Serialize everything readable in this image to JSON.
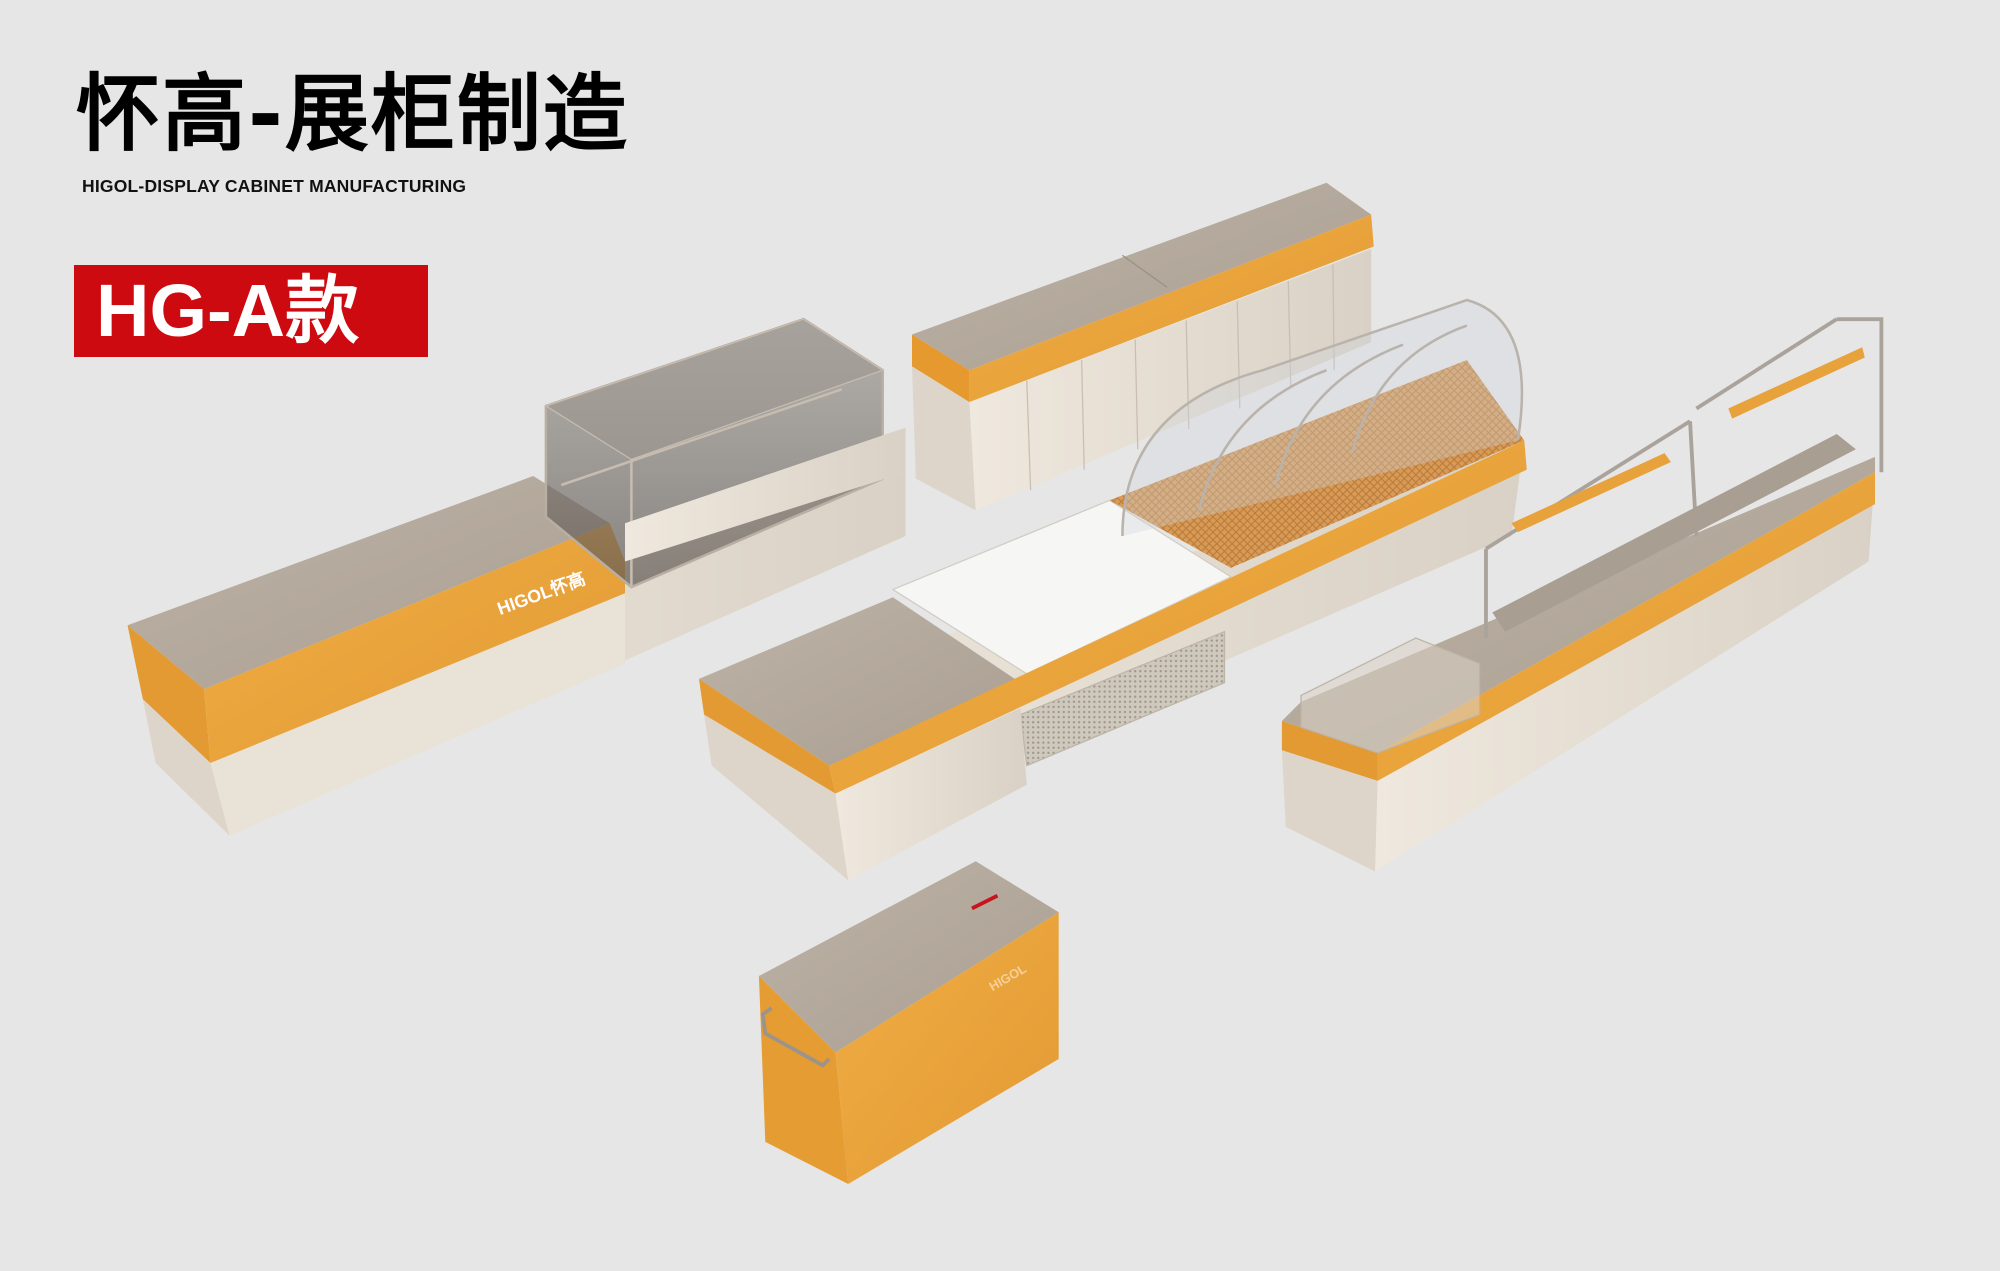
{
  "header": {
    "title": "怀高-展柜制造",
    "subtitle": "HIGOL-DISPLAY CABINET MANUFACTURING"
  },
  "model_badge": {
    "label": "HG-A款",
    "color": "#cc0a10"
  },
  "scene": {
    "brand_logo_text": "HIGOL怀高",
    "box_logo_text": "HIGOL",
    "colors": {
      "background": "#e6e6e6",
      "orange": "#eaa63e",
      "steel": "#b9afa3",
      "cream": "#e3dbcf"
    }
  }
}
